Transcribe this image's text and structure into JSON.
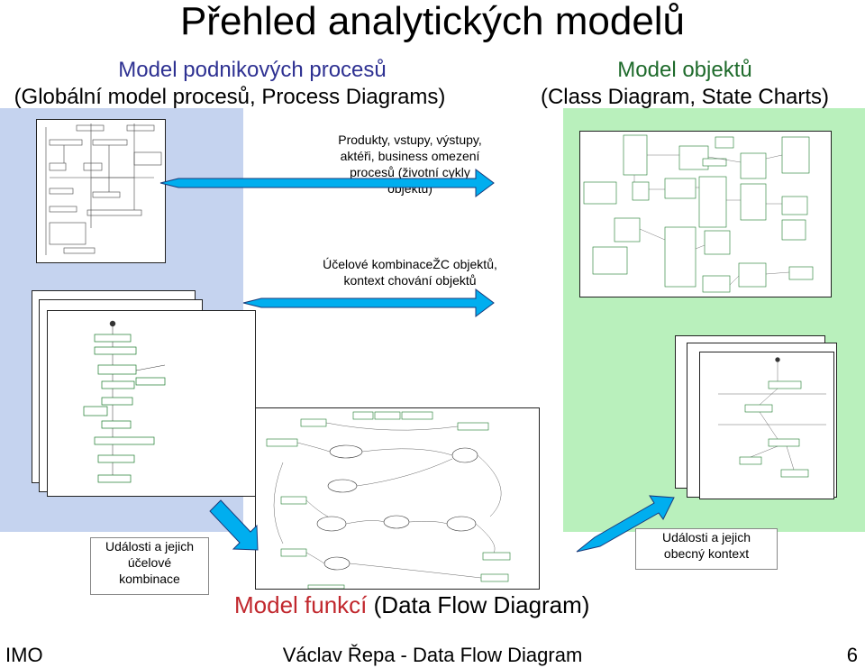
{
  "title": "Přehled analytických modelů",
  "left_heading": {
    "line1": "Model podnikových procesů",
    "line2": "(Globální model procesů, Process Diagrams)"
  },
  "right_heading": {
    "line1": "Model objektů",
    "line2": "(Class Diagram, State Charts)"
  },
  "middle_top": {
    "lines": [
      "Produkty, vstupy, výstupy,",
      "aktéři, business omezení",
      "procesů (životní cykly",
      "objektů)"
    ]
  },
  "middle_center": {
    "lines": [
      "Účelové kombinaceŽC objektů,",
      "kontext chování objektů"
    ]
  },
  "left_bottom_label": {
    "lines": [
      "Události a jejich",
      "účelové",
      "kombinace"
    ]
  },
  "right_bottom_label": {
    "lines": [
      "Události a jejich",
      "obecný kontext"
    ]
  },
  "model_functions": {
    "accent": "Model funkcí",
    "rest": " (Data Flow Diagram)"
  },
  "footer": {
    "left": "IMO",
    "center": "Václav Řepa - Data Flow Diagram",
    "page": "6"
  },
  "colors": {
    "left_panel": "#c5d3ef",
    "right_panel": "#b9f0bc",
    "arrow_fill": "#00aeef",
    "blue_text": "#2e3192",
    "green_text": "#1f6b2c",
    "accent_red": "#c1272d"
  },
  "icons": [
    "arrow-right-icon",
    "arrow-down-left-icon",
    "arrow-down-right-icon"
  ]
}
